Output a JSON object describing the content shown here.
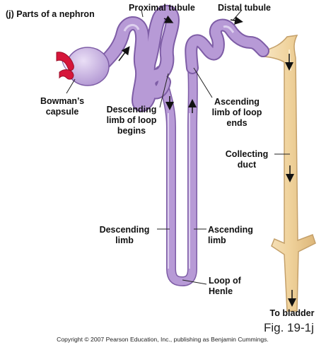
{
  "title": "(j)  Parts of a nephron",
  "labels": {
    "proximal_tubule": "Proximal tubule",
    "distal_tubule": "Distal tubule",
    "bowmans_capsule": [
      "Bowman’s",
      "capsule"
    ],
    "descending_limb_begins": [
      "Descending",
      "limb of loop",
      "begins"
    ],
    "ascending_limb_ends": [
      "Ascending",
      "limb of loop",
      "ends"
    ],
    "collecting_duct": [
      "Collecting",
      "duct"
    ],
    "descending_limb": [
      "Descending",
      "limb"
    ],
    "ascending_limb": [
      "Ascending",
      "limb"
    ],
    "loop_of_henle": [
      "Loop of",
      "Henle"
    ],
    "to_bladder": "To bladder"
  },
  "figure_number": "Fig. 19-1j",
  "copyright": "Copyright © 2007 Pearson Education, Inc., publishing as Benjamin Cummings.",
  "colors": {
    "tubule": "#b79ad6",
    "tubule_edge": "#7e5da6",
    "tubule_highlight": "#ddd0ee",
    "capsule": "#c9b2e2",
    "glomerulus": "#d6163a",
    "duct": "#f1d8a9",
    "duct_edge": "#c4a06a"
  }
}
